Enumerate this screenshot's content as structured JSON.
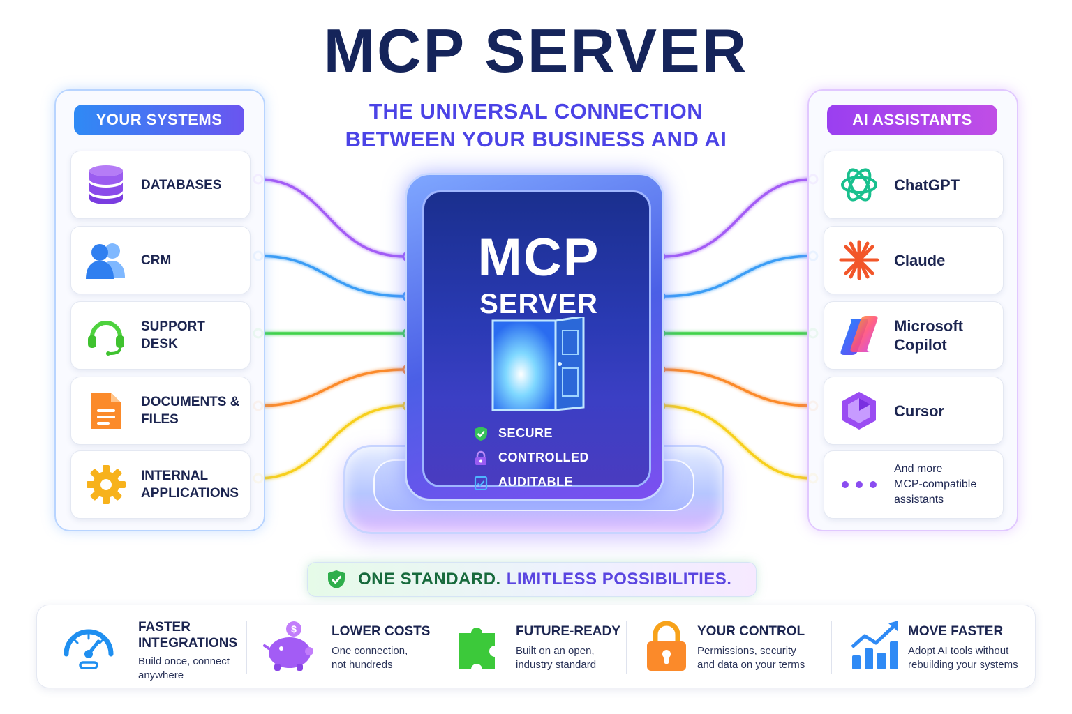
{
  "title": "MCP SERVER",
  "subtitle": {
    "line1": "THE UNIVERSAL CONNECTION",
    "line2": "BETWEEN YOUR BUSINESS AND AI"
  },
  "left_panel": {
    "header": "YOUR SYSTEMS",
    "items": [
      {
        "line1": "DATABASES",
        "line2": "",
        "icon": "database-icon"
      },
      {
        "line1": "CRM",
        "line2": "",
        "icon": "users-icon"
      },
      {
        "line1": "SUPPORT",
        "line2": "DESK",
        "icon": "headset-icon"
      },
      {
        "line1": "DOCUMENTS &",
        "line2": "FILES",
        "icon": "document-icon"
      },
      {
        "line1": "INTERNAL",
        "line2": "APPLICATIONS",
        "icon": "gear-icon"
      }
    ]
  },
  "right_panel": {
    "header": "AI ASSISTANTS",
    "items": [
      {
        "line1": "ChatGPT",
        "line2": "",
        "icon": "chatgpt-logo-icon"
      },
      {
        "line1": "Claude",
        "line2": "",
        "icon": "claude-logo-icon"
      },
      {
        "line1": "Microsoft",
        "line2": "Copilot",
        "icon": "copilot-logo-icon"
      },
      {
        "line1": "Cursor",
        "line2": "",
        "icon": "cursor-logo-icon"
      },
      {
        "line1": "And more",
        "line2": "MCP-compatible",
        "line3": "assistants",
        "icon": "more-dots-icon"
      }
    ]
  },
  "server": {
    "title": "MCP",
    "subtitle": "SERVER",
    "features": [
      {
        "label": "SECURE",
        "icon": "shield-check-icon"
      },
      {
        "label": "CONTROLLED",
        "icon": "lock-icon"
      },
      {
        "label": "AUDITABLE",
        "icon": "clipboard-check-icon"
      }
    ]
  },
  "tagline": {
    "part1": "ONE STANDARD.",
    "part2": "LIMITLESS POSSIBILITIES."
  },
  "benefits": [
    {
      "title1": "FASTER",
      "title2": "INTEGRATIONS",
      "desc1": "Build once, connect",
      "desc2": "anywhere",
      "icon": "speedometer-icon"
    },
    {
      "title1": "LOWER COSTS",
      "title2": "",
      "desc1": "One connection,",
      "desc2": "not hundreds",
      "icon": "piggy-bank-icon"
    },
    {
      "title1": "FUTURE-READY",
      "title2": "",
      "desc1": "Built on an open,",
      "desc2": "industry standard",
      "icon": "puzzle-icon"
    },
    {
      "title1": "YOUR CONTROL",
      "title2": "",
      "desc1": "Permissions, security",
      "desc2": "and data on your terms",
      "icon": "padlock-icon"
    },
    {
      "title1": "MOVE FASTER",
      "title2": "",
      "desc1": "Adopt AI tools without",
      "desc2": "rebuilding your systems",
      "icon": "growth-chart-icon"
    }
  ],
  "colors": {
    "title": "#15245a",
    "subtitle": "#4b43e6",
    "wire_purple": "#a35cf5",
    "wire_blue": "#3b9df5",
    "wire_green": "#3fd24a",
    "wire_orange": "#fb8a2a",
    "wire_yellow": "#f7cf1f"
  }
}
